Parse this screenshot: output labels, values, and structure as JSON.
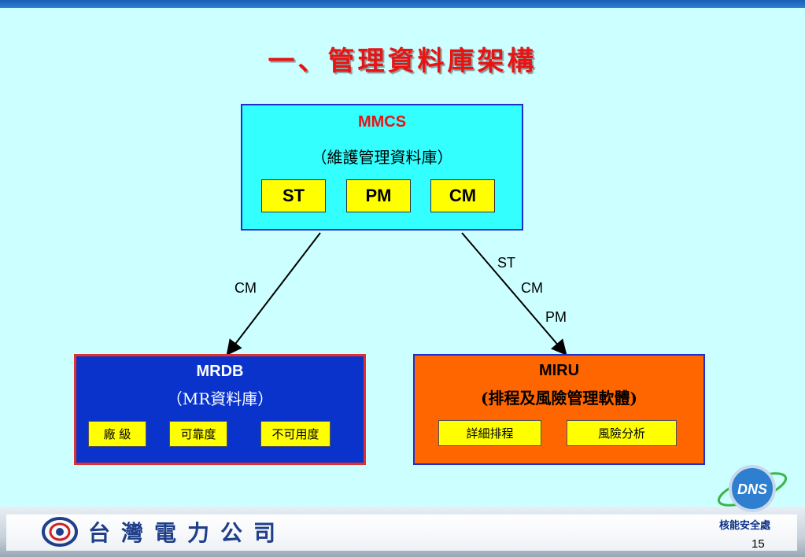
{
  "title": "一、管理資料庫架構",
  "mmcs": {
    "name": "MMCS",
    "subtitle": "（維護管理資料庫）",
    "modules": [
      "ST",
      "PM",
      "CM"
    ]
  },
  "mrdb": {
    "name": "MRDB",
    "subtitle": "（MR資料庫）",
    "items": [
      "廠 級",
      "可靠度",
      "不可用度"
    ]
  },
  "miru": {
    "name": "MIRU",
    "subtitle": "(排程及風險管理軟體)",
    "items": [
      "詳細排程",
      "風險分析"
    ]
  },
  "left_arrow_label": "CM",
  "right_arrow_labels": [
    "ST",
    "CM",
    "PM"
  ],
  "footer": {
    "company": "台灣電力公司",
    "badge_text": "DNS",
    "department": "核能安全處",
    "page_number": "15"
  },
  "colors": {
    "title": "#e81414",
    "mmcs_fill": "#33ffff",
    "mrdb_fill": "#0a33cc",
    "miru_fill": "#ff6600",
    "module_fill": "#ffff00",
    "background": "#ccffff"
  }
}
